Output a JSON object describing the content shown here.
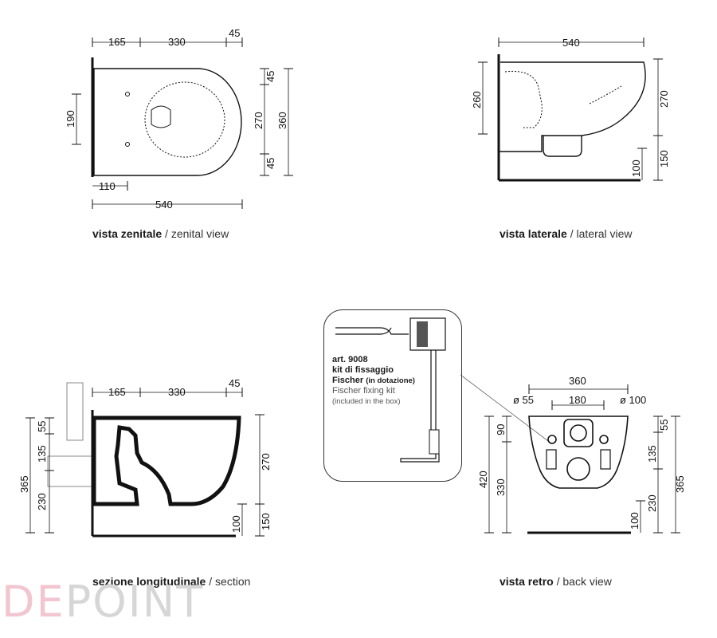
{
  "views": {
    "zenital": {
      "name_it": "vista zenitale",
      "name_en": "/ zenital view",
      "dims": {
        "a": "165",
        "b": "330",
        "c": "45",
        "d": "190",
        "e": "110",
        "f": "540",
        "g": "45",
        "h": "270",
        "i": "360",
        "j": "45"
      }
    },
    "lateral": {
      "name_it": "vista laterale",
      "name_en": "/ lateral view",
      "dims": {
        "a": "540",
        "b": "260",
        "c": "270",
        "d": "100",
        "e": "150"
      }
    },
    "section": {
      "name_it": "sezione longitudinale",
      "name_en": "/ section",
      "dims": {
        "a": "165",
        "b": "330",
        "c": "45",
        "d": "55",
        "e": "135",
        "f": "230",
        "g": "365",
        "h": "270",
        "i": "100",
        "j": "150"
      }
    },
    "back": {
      "name_it": "vista retro",
      "name_en": "/ back view",
      "dims": {
        "a": "360",
        "b": "ø 55",
        "c": "180",
        "d": "ø 100",
        "e": "90",
        "f": "420",
        "g": "330",
        "h": "55",
        "i": "135",
        "j": "230",
        "k": "365",
        "l": "100"
      }
    }
  },
  "kit": {
    "line1": "art. 9008",
    "line2": "kit di fissaggio",
    "line3": "Fischer",
    "line3_small": "(in dotazione)",
    "line4": "Fischer fixing kit",
    "line5": "(included in the box)"
  },
  "logo": {
    "part1": "DE",
    "part2": "POINT"
  }
}
